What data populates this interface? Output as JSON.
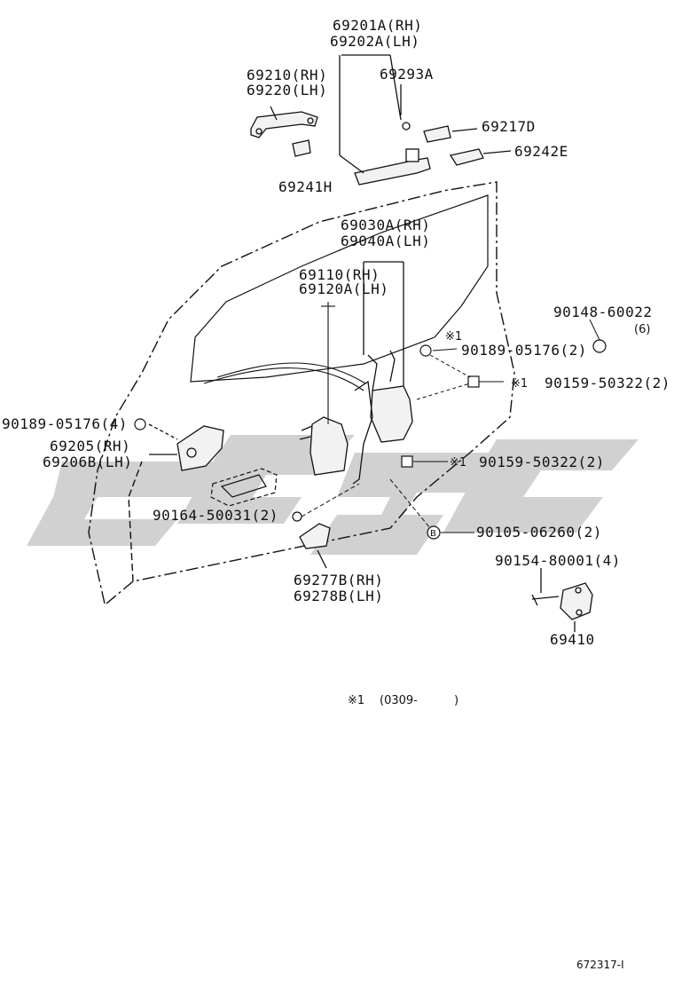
{
  "labels": {
    "p69201A": "69201A(RH)",
    "p69202A": "69202A(LH)",
    "p69210": "69210(RH)",
    "p69220": "69220(LH)",
    "p69293A": "69293A",
    "p69217D": "69217D",
    "p69242E": "69242E",
    "p69241H": "69241H",
    "p69030A": "69030A(RH)",
    "p69040A": "69040A(LH)",
    "p69110": "69110(RH)",
    "p69120A": "69120A(LH)",
    "p90148": "90148-60022",
    "p90148_qty": "(6)",
    "mark1a": "※1",
    "p90189a": "90189-05176(2)",
    "mark1b": "※1",
    "p90159a": "90159-50322(2)",
    "p90189b": "90189-05176(4)",
    "p69205": "69205(RH)",
    "p69206B": "69206B(LH)",
    "mark1c": "※1",
    "p90159b": "90159-50322(2)",
    "p90164": "90164-50031(2)",
    "markB": "B",
    "p90105": "90105-06260(2)",
    "p90154": "90154-80001(4)",
    "p69277B": "69277B(RH)",
    "p69278B": "69278B(LH)",
    "p69410": "69410"
  },
  "footnote": {
    "mark": "※1",
    "range": "(0309-",
    "close": ")"
  },
  "diagram_code": "672317-Ⅰ",
  "colors": {
    "line": "#111111",
    "watermark": "#c9c9c9",
    "background": "#ffffff"
  }
}
